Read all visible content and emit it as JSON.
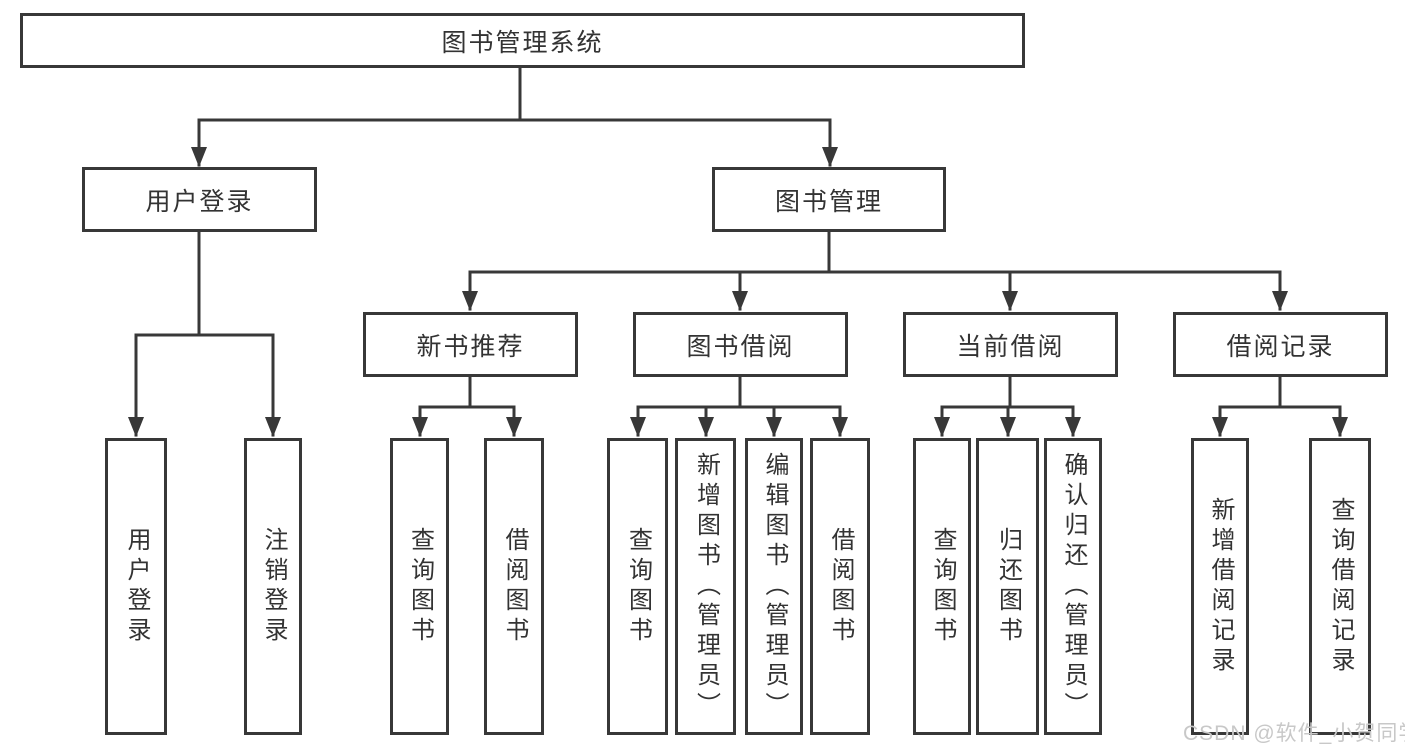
{
  "diagram": {
    "title": "图书管理系统",
    "nodes": {
      "root": "图书管理系统",
      "user_login": "用户登录",
      "book_management": "图书管理",
      "new_book_recommend": "新书推荐",
      "book_borrow": "图书借阅",
      "current_borrow": "当前借阅",
      "borrow_records": "借阅记录",
      "leaves": {
        "user_login_children": [
          "用户登录",
          "注销登录"
        ],
        "new_book_children": [
          "查询图书",
          "借阅图书"
        ],
        "book_borrow_children": [
          "查询图书",
          "新增图书（管理员）",
          "编辑图书（管理员）",
          "借阅图书"
        ],
        "current_borrow_children": [
          "查询图书",
          "归还图书",
          "确认归还（管理员）"
        ],
        "borrow_record_children": [
          "新增借阅记录",
          "查询借阅记录"
        ]
      }
    },
    "watermark": "CSDN @软件_小贺同学",
    "colors": {
      "line": "#383838",
      "text": "#333333",
      "watermark": "#c8c8c8",
      "background": "#ffffff"
    }
  }
}
